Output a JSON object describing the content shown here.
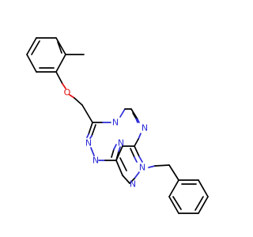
{
  "molecule": {
    "atoms": {
      "o1": {
        "symbol": "O",
        "color": "#e01010"
      },
      "n1": {
        "symbol": "N",
        "color": "#2b2bd6"
      },
      "n2": {
        "symbol": "N",
        "color": "#2b2bd6"
      },
      "n3": {
        "symbol": "N",
        "color": "#2b2bd6"
      },
      "n4": {
        "symbol": "N",
        "color": "#2b2bd6"
      },
      "n5": {
        "symbol": "N",
        "color": "#2b2bd6"
      },
      "n6": {
        "symbol": "N",
        "color": "#2b2bd6"
      },
      "n7": {
        "symbol": "N",
        "color": "#2b2bd6"
      }
    }
  }
}
